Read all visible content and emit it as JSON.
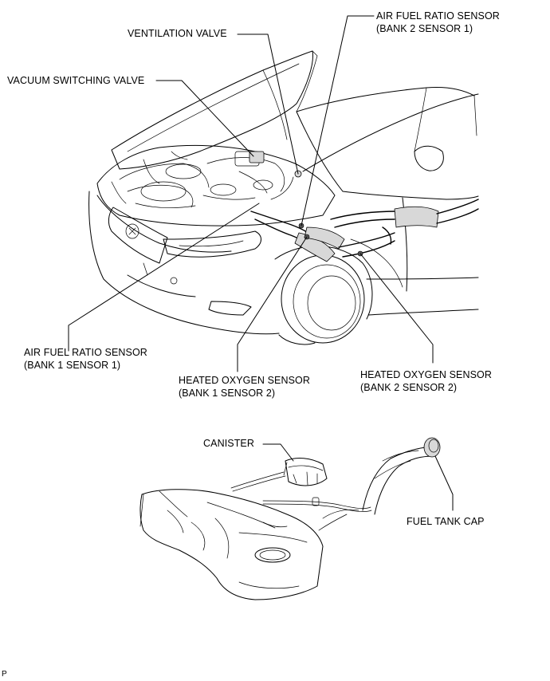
{
  "labels": {
    "ventilation_valve": "VENTILATION VALVE",
    "af_sensor_b2s1_line1": "AIR FUEL RATIO SENSOR",
    "af_sensor_b2s1_line2": "(BANK 2 SENSOR 1)",
    "vacuum_switching_valve": "VACUUM SWITCHING VALVE",
    "af_sensor_b1s1_line1": "AIR FUEL RATIO SENSOR",
    "af_sensor_b1s1_line2": "(BANK 1 SENSOR 1)",
    "ho2_b1s2_line1": "HEATED OXYGEN SENSOR",
    "ho2_b1s2_line2": "(BANK 1 SENSOR 2)",
    "ho2_b2s2_line1": "HEATED OXYGEN SENSOR",
    "ho2_b2s2_line2": "(BANK 2 SENSOR 2)",
    "canister": "CANISTER",
    "fuel_tank_cap": "FUEL TANK CAP"
  },
  "figure_code": "P"
}
